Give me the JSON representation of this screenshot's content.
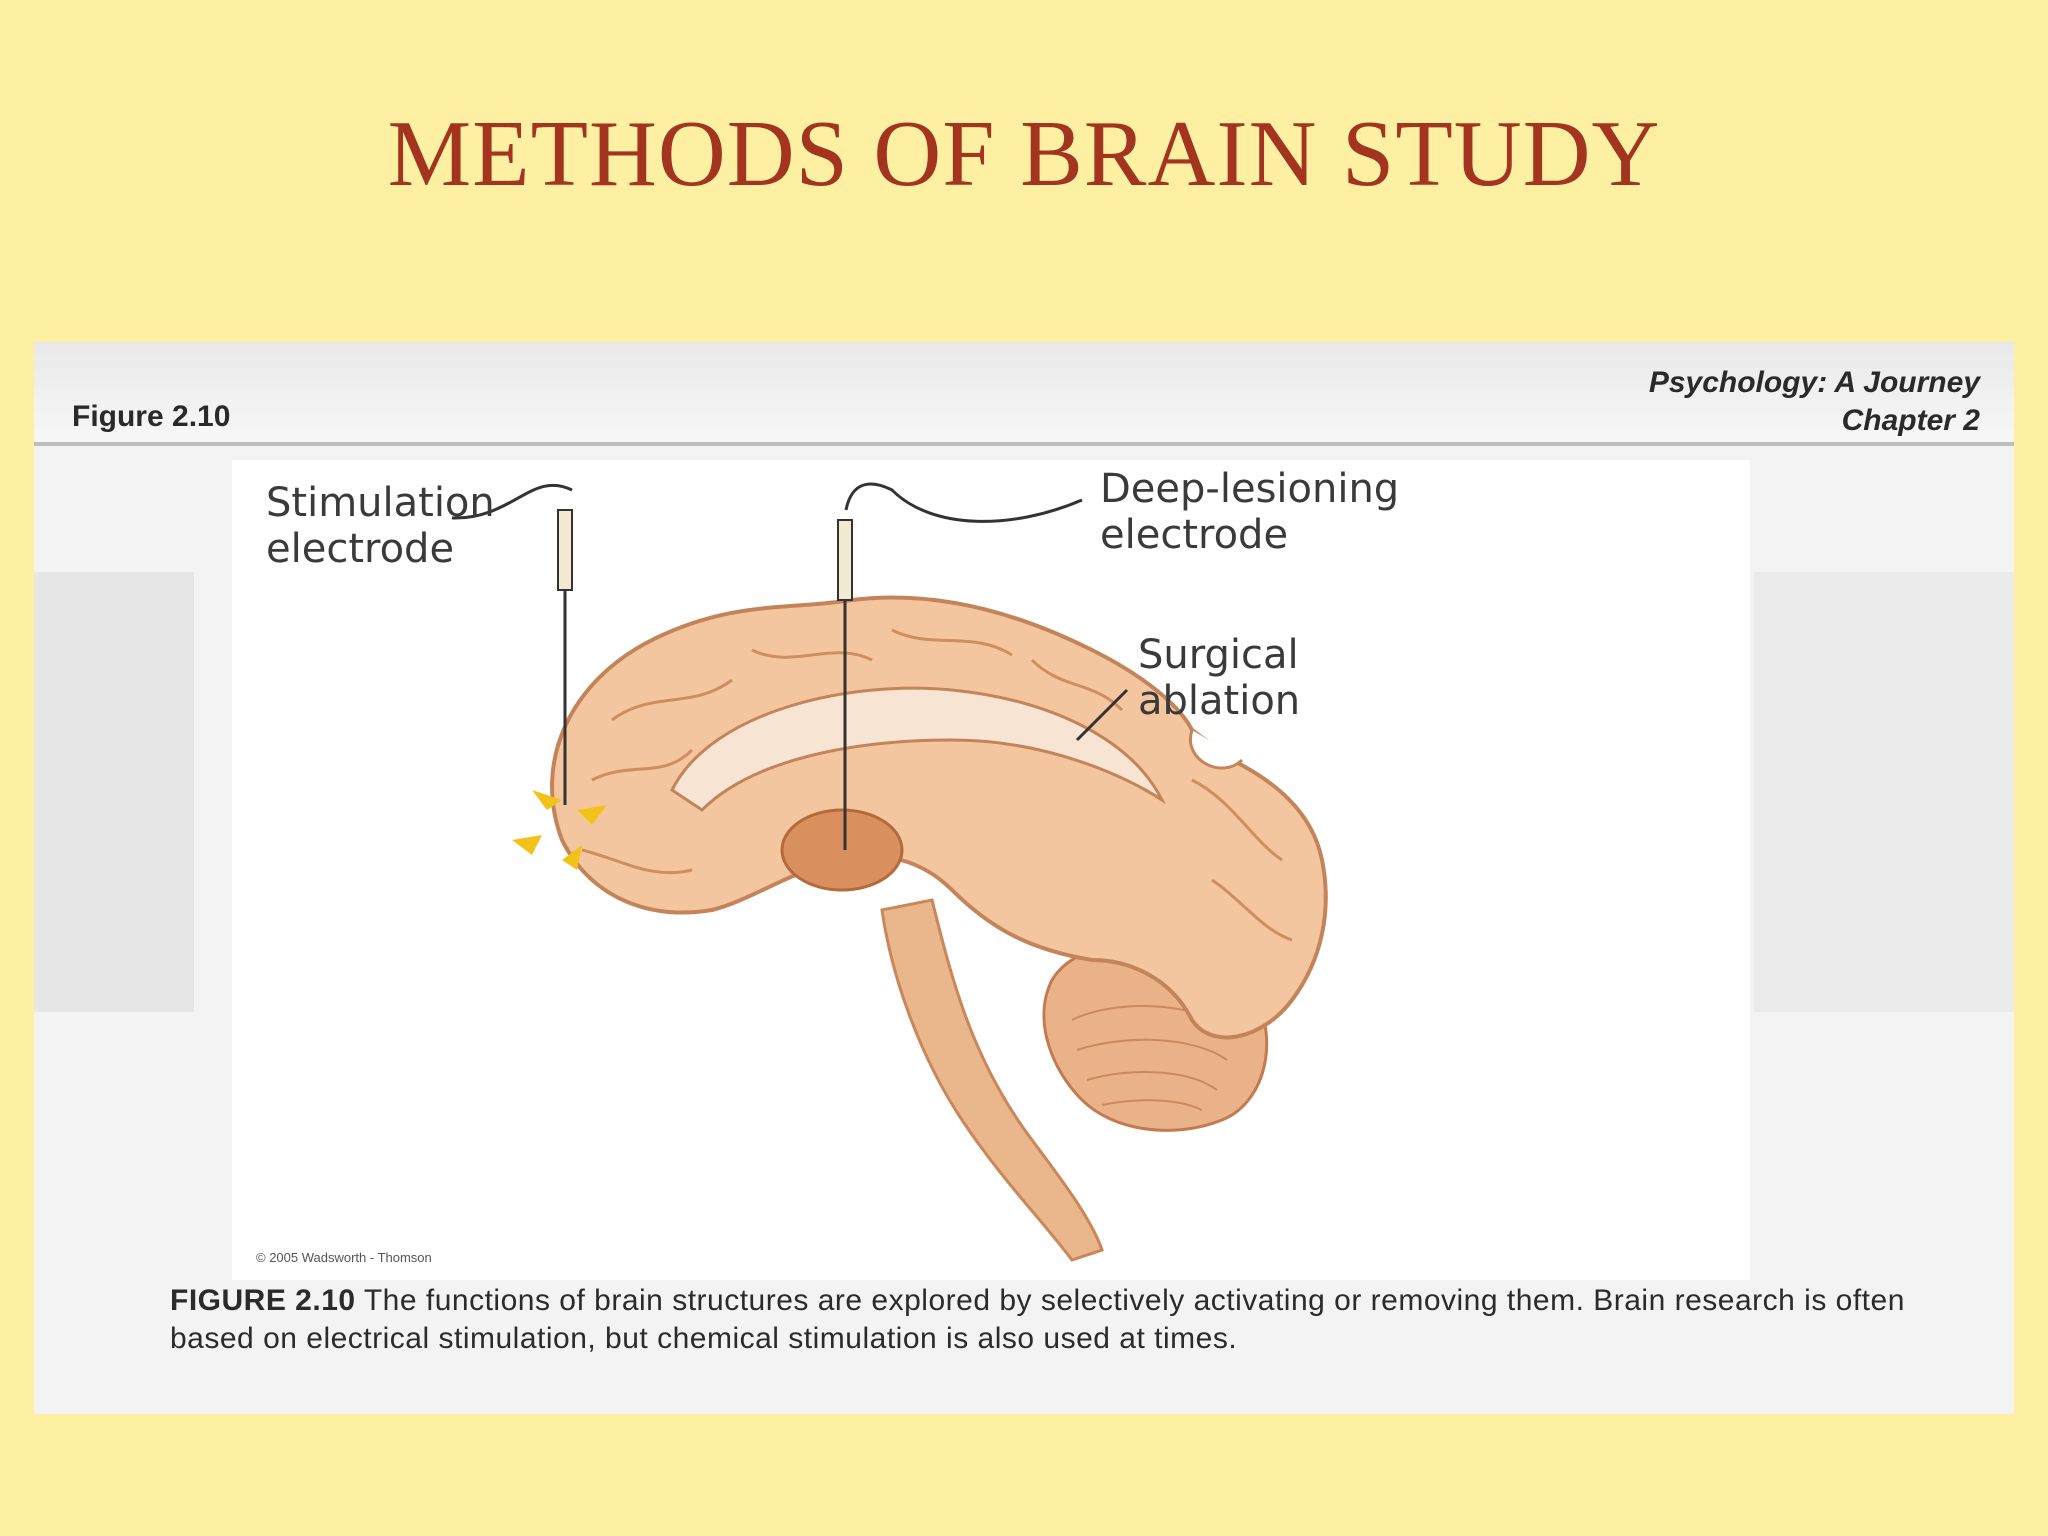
{
  "slide": {
    "title": "METHODS OF BRAIN STUDY"
  },
  "figure": {
    "number_label": "Figure 2.10",
    "book_title": "Psychology: A Journey",
    "book_chapter": "Chapter 2",
    "labels": {
      "stimulation_line1": "Stimulation",
      "stimulation_line2": "electrode",
      "lesion_line1": "Deep-lesioning",
      "lesion_line2": "electrode",
      "ablation_line1": "Surgical",
      "ablation_line2": "ablation"
    },
    "copyright": "© 2005 Wadsworth - Thomson",
    "caption_lead": "FIGURE 2.10",
    "caption_text": " The functions of brain structures are explored by selectively activating or removing them. Brain research is often based on electrical stimulation, but chemical stimulation is also used at times."
  },
  "colors": {
    "background": "#fdf0a2",
    "title": "#a33420",
    "brain": "#f0c29a",
    "brain_dark": "#d98f5e"
  }
}
